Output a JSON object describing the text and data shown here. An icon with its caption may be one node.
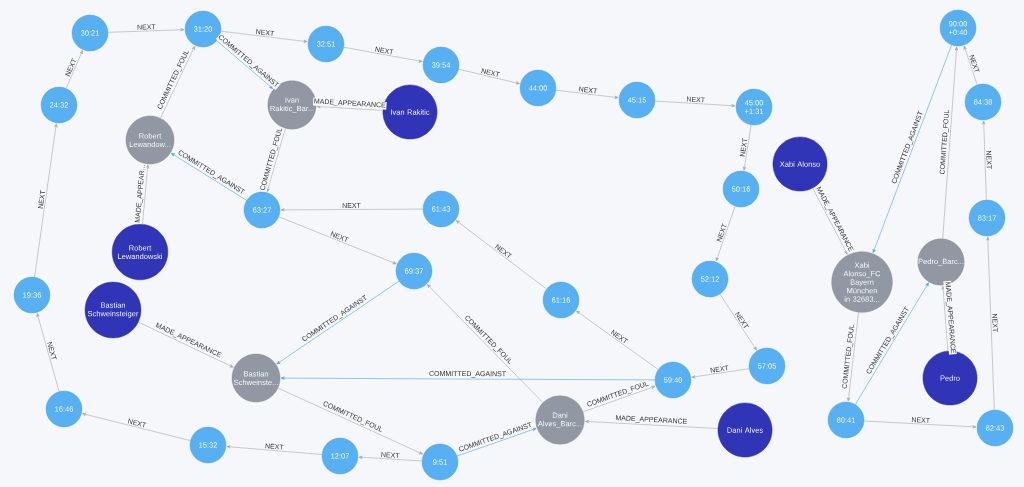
{
  "diagram": {
    "nodes": [
      {
        "text": [
          "30:21"
        ]
      },
      {
        "text": [
          "31:20"
        ]
      },
      {
        "text": [
          "32:51"
        ]
      },
      {
        "text": [
          "39:54"
        ]
      },
      {
        "text": [
          "44:00"
        ]
      },
      {
        "text": [
          "45:15"
        ]
      },
      {
        "text": [
          "45:00 +1:31"
        ]
      },
      {
        "text": [
          "24:32"
        ]
      },
      {
        "text": [
          "Ivan Rakitic_Bar..."
        ]
      },
      {
        "text": [
          "Ivan Rakitic"
        ]
      },
      {
        "text": [
          "Robert Lewandow..."
        ]
      },
      {
        "text": [
          "Xabi Alonso"
        ]
      },
      {
        "text": [
          "90:00 +0:40"
        ]
      },
      {
        "text": [
          "84:38"
        ]
      },
      {
        "text": [
          "50:16"
        ]
      },
      {
        "text": [
          "63:27"
        ]
      },
      {
        "text": [
          "61:43"
        ]
      },
      {
        "text": [
          "Robert Lewandowski"
        ]
      },
      {
        "text": [
          "83:17"
        ]
      },
      {
        "text": [
          "69:37"
        ]
      },
      {
        "text": [
          "52:12"
        ]
      },
      {
        "text": [
          "Xabi Alonso_FC Bayern München in 32683..."
        ]
      },
      {
        "text": [
          "Pedro_Barc..."
        ]
      },
      {
        "text": [
          "19:36"
        ]
      },
      {
        "text": [
          "Bastian Schweinsteiger"
        ]
      },
      {
        "text": [
          "61:16"
        ]
      },
      {
        "text": [
          "Bastian Schweinste..."
        ]
      },
      {
        "text": [
          "57:05"
        ]
      },
      {
        "text": [
          "59:40"
        ]
      },
      {
        "text": [
          "Pedro"
        ]
      },
      {
        "text": [
          "16:46"
        ]
      },
      {
        "text": [
          "80:41"
        ]
      },
      {
        "text": [
          "82:43"
        ]
      },
      {
        "text": [
          "15:32"
        ]
      },
      {
        "text": [
          "12:07"
        ]
      },
      {
        "text": [
          "9:51"
        ]
      },
      {
        "text": [
          "Dani Alves_Barc..."
        ]
      },
      {
        "text": [
          "Dani Alves"
        ]
      }
    ],
    "edges": [
      {
        "from": 0,
        "to": 1,
        "arrow": "to",
        "label": "NEXT"
      },
      {
        "from": 1,
        "to": 2,
        "arrow": "to",
        "label": "NEXT"
      },
      {
        "from": 2,
        "to": 3,
        "arrow": "to",
        "label": "NEXT"
      },
      {
        "from": 3,
        "to": 4,
        "arrow": "to",
        "label": "NEXT"
      },
      {
        "from": 4,
        "to": 5,
        "arrow": "to",
        "label": "NEXT"
      },
      {
        "from": 5,
        "to": 6,
        "arrow": "to",
        "label": "NEXT"
      },
      {
        "from": 6,
        "to": 14,
        "arrow": "to",
        "label": "NEXT"
      },
      {
        "from": 14,
        "to": 20,
        "arrow": "to",
        "label": "NEXT"
      },
      {
        "from": 20,
        "to": 27,
        "arrow": "to",
        "label": "NEXT"
      },
      {
        "from": 27,
        "to": 28,
        "arrow": "to",
        "label": "NEXT"
      },
      {
        "from": 28,
        "to": 25,
        "arrow": "to",
        "label": "NEXT"
      },
      {
        "from": 25,
        "to": 16,
        "arrow": "to",
        "label": "NEXT"
      },
      {
        "from": 16,
        "to": 15,
        "arrow": "to",
        "label": "NEXT"
      },
      {
        "from": 15,
        "to": 19,
        "arrow": "to",
        "label": "NEXT"
      },
      {
        "from": 7,
        "to": 0,
        "arrow": "to",
        "label": "NEXT"
      },
      {
        "from": 23,
        "to": 7,
        "arrow": "to",
        "label": "NEXT"
      },
      {
        "from": 30,
        "to": 23,
        "arrow": "to",
        "label": "NEXT"
      },
      {
        "from": 33,
        "to": 30,
        "arrow": "to",
        "label": "NEXT"
      },
      {
        "from": 34,
        "to": 33,
        "arrow": "to",
        "label": "NEXT"
      },
      {
        "from": 35,
        "to": 34,
        "arrow": "to",
        "label": "NEXT"
      },
      {
        "from": 31,
        "to": 32,
        "arrow": "to",
        "label": "NEXT"
      },
      {
        "from": 32,
        "to": 18,
        "arrow": "to",
        "label": "NEXT"
      },
      {
        "from": 18,
        "to": 13,
        "arrow": "to",
        "label": "NEXT"
      },
      {
        "from": 13,
        "to": 12,
        "arrow": "to",
        "label": "NEXT"
      },
      {
        "from": 1,
        "to": 8,
        "arrow": "to",
        "label": "COMMITTED_AGAINST",
        "color": "#4aa3ea"
      },
      {
        "from": 15,
        "to": 10,
        "arrow": "to",
        "label": "COMMITTED_AGAINST",
        "color": "#4aa3ea"
      },
      {
        "from": 19,
        "to": 26,
        "arrow": "to",
        "label": "COMMITTED_AGAINST",
        "color": "#4aa3ea"
      },
      {
        "from": 28,
        "to": 26,
        "arrow": "to",
        "label": "COMMITTED_AGAINST",
        "color": "#4aa3ea"
      },
      {
        "from": 35,
        "to": 36,
        "arrow": "to",
        "label": "COMMITTED_AGAINST",
        "color": "#4aa3ea"
      },
      {
        "from": 31,
        "to": 22,
        "arrow": "to",
        "label": "COMMITTED_AGAINST",
        "color": "#4aa3ea"
      },
      {
        "from": 12,
        "to": 21,
        "arrow": "to",
        "label": "COMMITTED_AGAINST",
        "color": "#4aa3ea"
      },
      {
        "from": 10,
        "to": 1,
        "arrow": "to",
        "label": "COMMITTED_FOUL"
      },
      {
        "from": 8,
        "to": 15,
        "arrow": "to",
        "label": "COMMITTED_FOUL"
      },
      {
        "from": 26,
        "to": 35,
        "arrow": "to",
        "label": "COMMITTED_FOUL"
      },
      {
        "from": 36,
        "to": 19,
        "arrow": "to",
        "label": "COMMITTED_FOUL"
      },
      {
        "from": 36,
        "to": 28,
        "arrow": "to",
        "label": "COMMITTED_FOUL"
      },
      {
        "from": 21,
        "to": 31,
        "arrow": "to",
        "label": "COMMITTED_FOUL"
      },
      {
        "from": 22,
        "to": 12,
        "arrow": "to",
        "label": "COMMITTED_FOUL"
      },
      {
        "from": 9,
        "to": 8,
        "arrow": "to",
        "label": "MADE_APPEARANCE"
      },
      {
        "from": 17,
        "to": 10,
        "arrow": "to",
        "label": "MADE_APPEAR..."
      },
      {
        "from": 24,
        "to": 26,
        "arrow": "to",
        "label": "MADE_APPEARANCE"
      },
      {
        "from": 37,
        "to": 36,
        "arrow": "to",
        "label": "MADE_APPEARANCE"
      },
      {
        "from": 11,
        "to": 21,
        "arrow": "to",
        "label": "MADE_APPEARANCE"
      },
      {
        "from": 29,
        "to": 22,
        "arrow": "to",
        "label": "MADE_APPEARANCE"
      }
    ]
  }
}
